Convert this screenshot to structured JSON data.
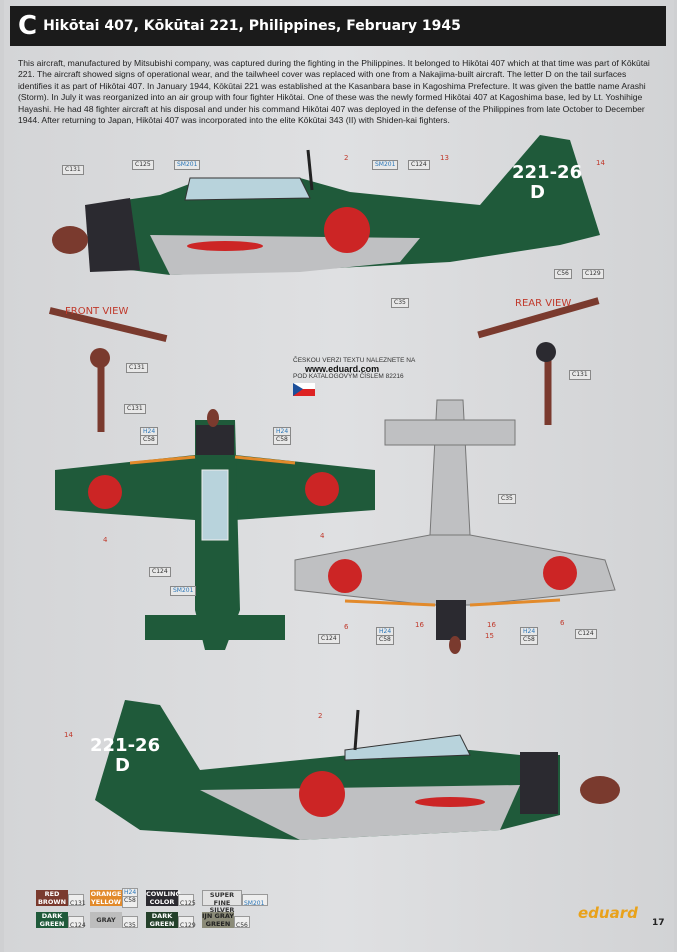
{
  "header": {
    "letter": "C",
    "title": "Hikōtai 407, Kōkūtai 221, Philippines, February 1945"
  },
  "description": "This aircraft, manufactured by Mitsubishi company, was captured during the fighting in the Philippines. It belonged to Hikōtai 407 which at that time was part of Kōkūtai 221. The aircraft showed signs of operational wear, and the tailwheel cover was replaced with one from a Nakajima-built aircraft. The letter D on the tail surfaces identifies it as part of Hikōtai 407. In January 1944, Kōkūtai 221 was established at the Kasanbara base in Kagoshima Prefecture. It was given the battle name Arashi (Storm). In July it was reorganized into an air group with four fighter Hikōtai. One of these was the newly formed Hikōtai 407 at Kagoshima base, led by Lt. Yoshihige Hayashi. He had 48 fighter aircraft at his disposal and under his command Hikōtai 407 was deployed in the defense of the Philippines from late October to December 1944. After returning to Japan, Hikōtai 407 was incorporated into the elite Kōkūtai 343 (II) with Shiden-kai fighters.",
  "tail_code": "221-26",
  "tail_letter": "D",
  "views": {
    "front": "FRONT VIEW",
    "rear": "REAR VIEW"
  },
  "czech": {
    "line1": "ČESKOU VERZI TEXTU NALEZNETE NA",
    "url": "www.eduard.com",
    "line2": "POD KATALOGOVÝM ČÍSLEM 82216"
  },
  "callouts": {
    "c131": "C131",
    "c125": "C125",
    "sm201": "SM201",
    "c124": "C124",
    "c56": "C56",
    "c129": "C129",
    "c35": "C35",
    "h24": "H24",
    "c58": "C58",
    "n2": "2",
    "n13": "13",
    "n14": "14",
    "n4": "4",
    "n6": "6",
    "n15": "15",
    "n16": "16"
  },
  "legend": [
    {
      "name": "RED BROWN",
      "code": "C131",
      "color": "#7a3a2e"
    },
    {
      "name": "ORANGE YELLOW",
      "code": "H24",
      "code2": "C58",
      "color": "#e28a2b"
    },
    {
      "name": "COWLING COLOR",
      "code": "C125",
      "color": "#2b2a30"
    },
    {
      "name": "SUPER FINE SILVER",
      "code": "SM201",
      "color": "#e2e2e2"
    },
    {
      "name": "DARK GREEN",
      "code": "C124",
      "color": "#1f5a3a"
    },
    {
      "name": "GRAY",
      "code": "C35",
      "color": "#bdbdbd"
    },
    {
      "name": "DARK GREEN",
      "code": "C129",
      "color": "#23402a"
    },
    {
      "name": "IJN GRAY GREEN",
      "code": "C56",
      "color": "#8b8b78"
    }
  ],
  "brand": "eduard",
  "page_number": "17"
}
